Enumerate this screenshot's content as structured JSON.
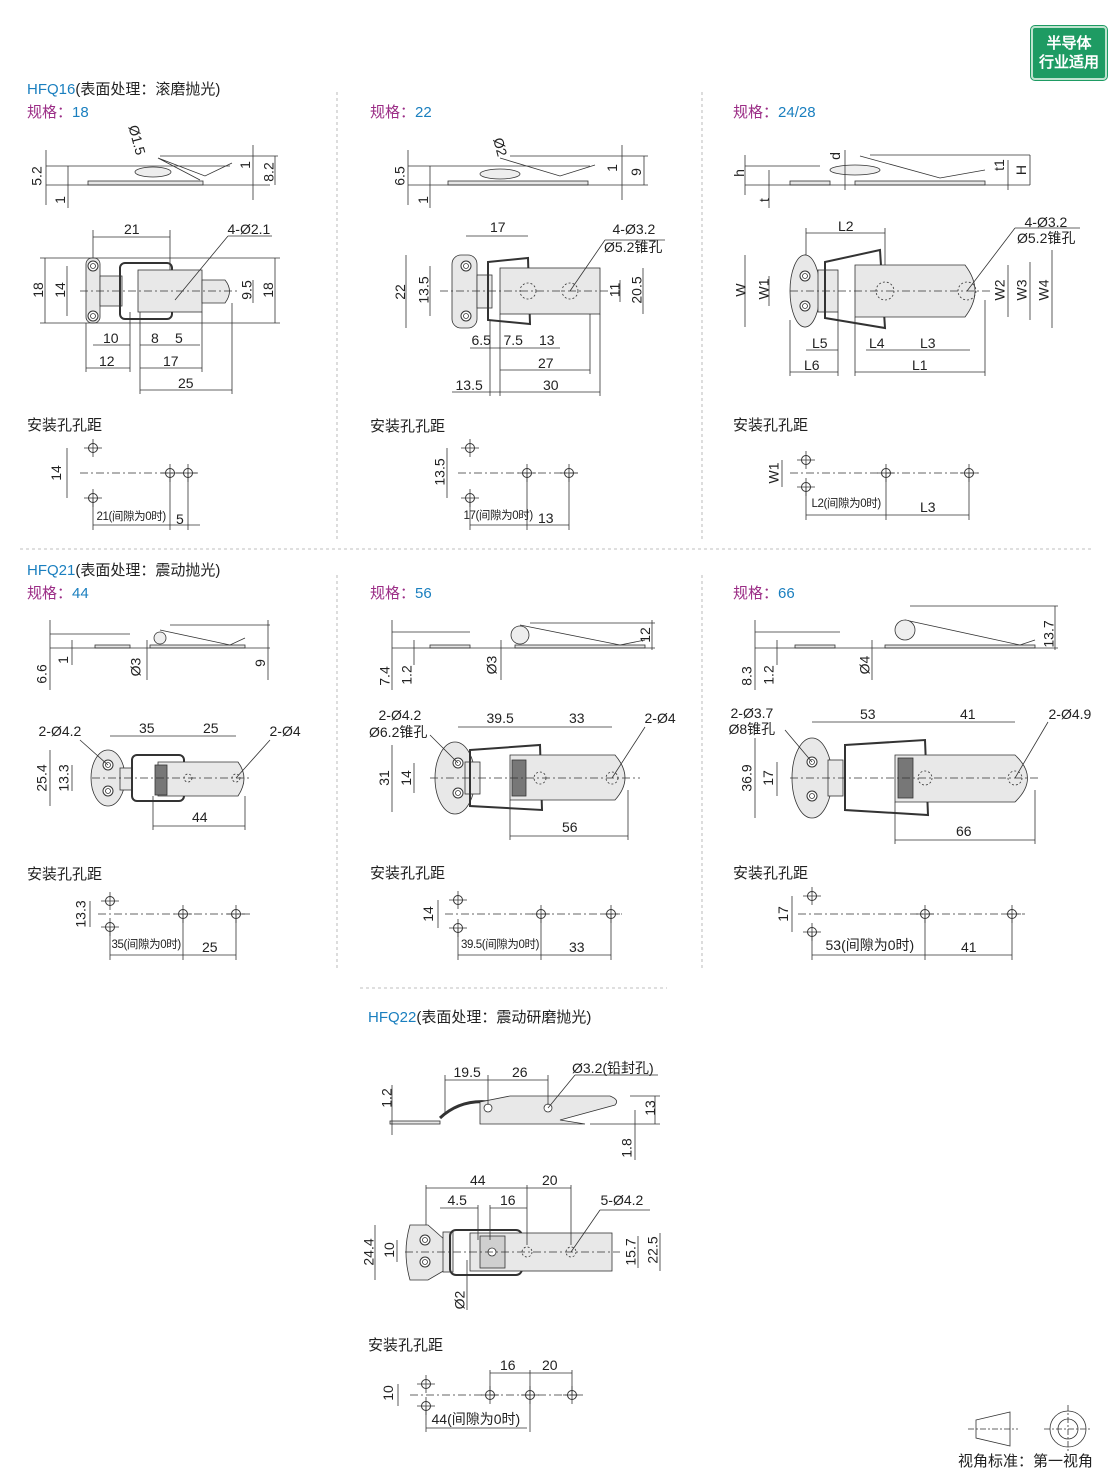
{
  "badge": {
    "line1": "半导体",
    "line2": "行业适用",
    "color": "#1e9b63"
  },
  "install_title": "安装孔孔距",
  "view_standard": "视角标准：第一视角",
  "colors": {
    "model": "#1a7fbf",
    "spec_key": "#9b2d86",
    "line": "#333333",
    "fill": "#e6e6e6"
  },
  "panels": [
    {
      "model": "HFQ16",
      "finish": "(表面处理：滚磨抛光)",
      "spec_key": "规格：",
      "spec": "18",
      "dims": [
        "Ø1.5",
        "5.2",
        "1",
        "1",
        "8.2",
        "21",
        "4-Ø2.1",
        "18",
        "14",
        "9.5",
        "18",
        "10",
        "8",
        "5",
        "12",
        "17",
        "25"
      ],
      "hole_dims": [
        "14",
        "21(间隙为0时)",
        "5"
      ]
    },
    {
      "spec_key": "规格：",
      "spec": "22",
      "dims": [
        "Ø2",
        "6.5",
        "1",
        "1",
        "9",
        "17",
        "4-Ø3.2",
        "Ø5.2锥孔",
        "22",
        "13.5",
        "11",
        "20.5",
        "6.5",
        "7.5",
        "13",
        "27",
        "13.5",
        "30"
      ],
      "hole_dims": [
        "13.5",
        "17(间隙为0时)",
        "13"
      ]
    },
    {
      "spec_key": "规格：",
      "spec": "24/28",
      "dims": [
        "d",
        "h",
        "t",
        "t1",
        "H",
        "L2",
        "4-Ø3.2",
        "Ø5.2锥孔",
        "W",
        "W1",
        "W2",
        "W3",
        "W4",
        "L5",
        "L4",
        "L3",
        "L6",
        "L1"
      ],
      "hole_dims": [
        "W1",
        "L2(间隙为0时)",
        "L3"
      ]
    },
    {
      "model": "HFQ21",
      "finish": "(表面处理：震动抛光)",
      "spec_key": "规格：",
      "spec": "44",
      "dims": [
        "6.6",
        "1",
        "Ø3",
        "9",
        "2-Ø4.2",
        "35",
        "25",
        "2-Ø4",
        "25.4",
        "13.3",
        "44"
      ],
      "hole_dims": [
        "13.3",
        "35(间隙为0时)",
        "25"
      ]
    },
    {
      "spec_key": "规格：",
      "spec": "56",
      "dims": [
        "7.4",
        "1.2",
        "Ø3",
        "12",
        "2-Ø4.2",
        "Ø6.2锥孔",
        "39.5",
        "33",
        "2-Ø4",
        "31",
        "14",
        "56"
      ],
      "hole_dims": [
        "14",
        "39.5(间隙为0时)",
        "33"
      ]
    },
    {
      "spec_key": "规格：",
      "spec": "66",
      "dims": [
        "8.3",
        "1.2",
        "Ø4",
        "13.7",
        "2-Ø3.7",
        "Ø8锥孔",
        "53",
        "41",
        "2-Ø4.9",
        "36.9",
        "17",
        "66"
      ],
      "hole_dims": [
        "17",
        "53(间隙为0时)",
        "41"
      ]
    },
    {
      "model": "HFQ22",
      "finish": "(表面处理：震动研磨抛光)",
      "dims": [
        "19.5",
        "26",
        "Ø3.2(铅封孔)",
        "1.2",
        "13",
        "1.8",
        "44",
        "20",
        "4.5",
        "16",
        "5-Ø4.2",
        "24.4",
        "10",
        "15.7",
        "22.5",
        "Ø2"
      ],
      "hole_dims": [
        "16",
        "20",
        "10",
        "44(间隙为0时)"
      ]
    }
  ]
}
